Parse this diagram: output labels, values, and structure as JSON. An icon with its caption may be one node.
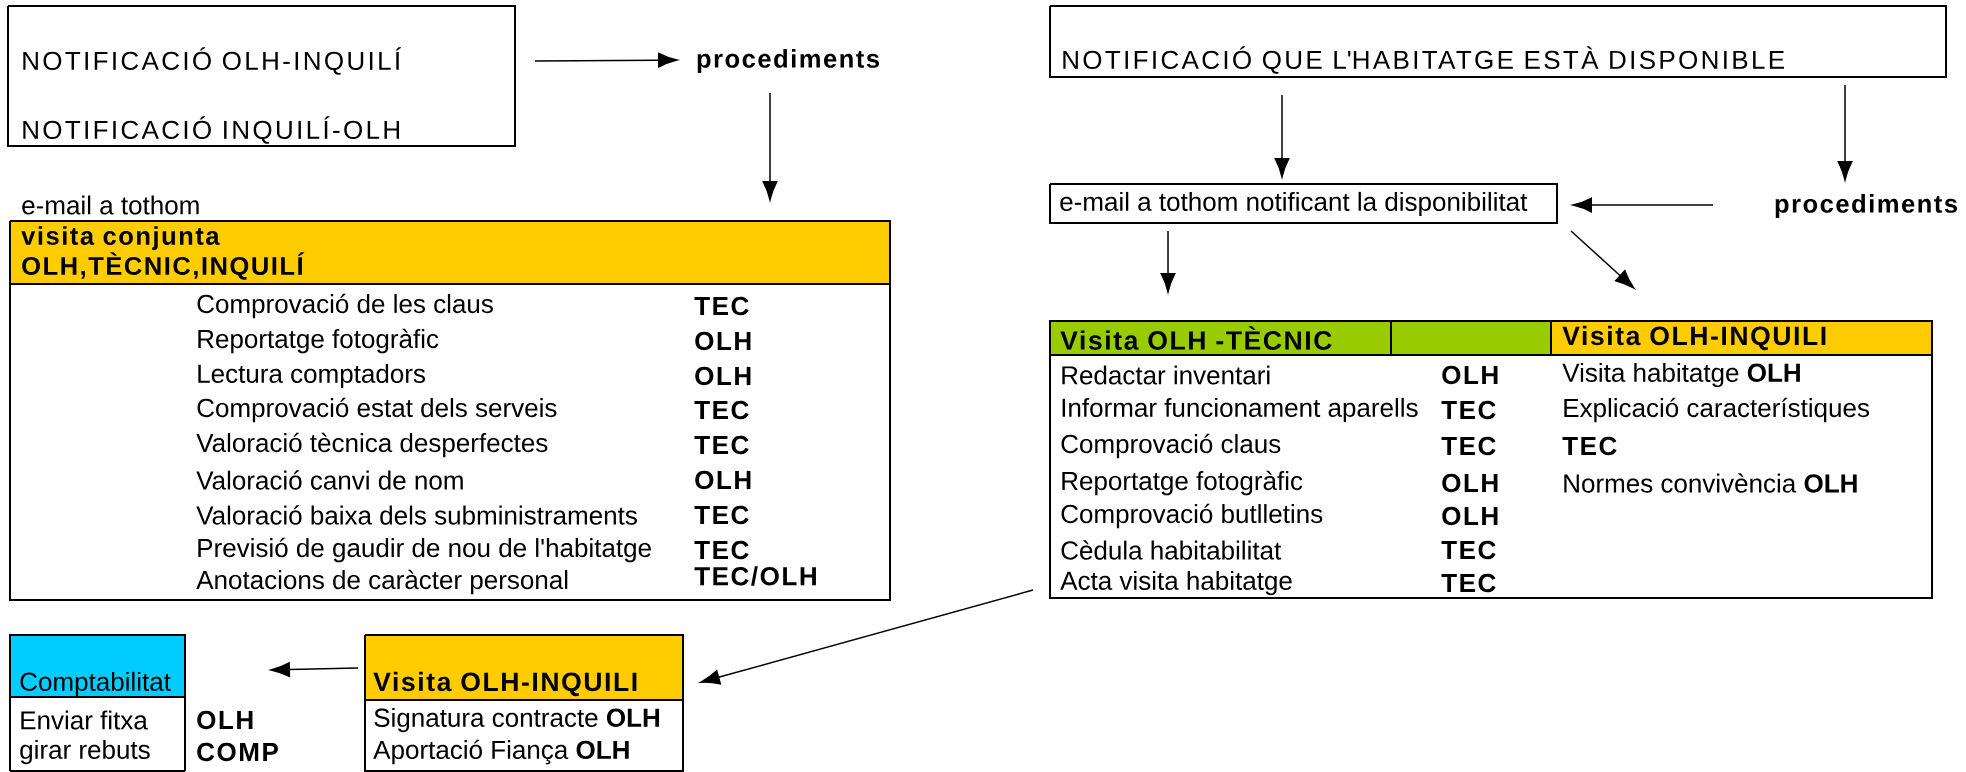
{
  "diagram": {
    "nodes": [
      {
        "text": [
          "NOTIFICACIÓ OLH-INQUILÍ",
          "NOTIFICACIÓ INQUILÍ-OLH"
        ]
      },
      {
        "text": [
          "procediments"
        ]
      },
      {
        "text": [
          "visita conjunta OLH,TÈCNIC,INQUILÍ",
          "Comprovació de les claus",
          "TEC",
          "Reportatge fotogràfic",
          "OLH",
          "Lectura comptadors",
          "OLH",
          "Comprovació estat dels serveis",
          "TEC",
          "Valoració tècnica desperfectes",
          "TEC",
          "Valoració canvi de nom",
          "OLH",
          "Valoració baixa dels subministraments",
          "TEC",
          "Previsió de gaudir de nou de l'habitatge",
          "TEC",
          "Anotacions de  caràcter personal",
          "TEC/OLH"
        ]
      },
      {
        "text": [
          "NOTIFICACIÓ  QUE L'HABITATGE ESTÀ DISPONIBLE"
        ]
      },
      {
        "text": [
          "e-mail a tothom notificant la disponibilitat"
        ]
      },
      {
        "text": [
          "procediments"
        ]
      },
      {
        "text": [
          "Visita OLH -TÈCNIC",
          "Redactar inventari",
          "OLH",
          "Informar funcionament aparells",
          "TEC",
          "Comprovació claus",
          "TEC",
          "Reportatge fotogràfic",
          "OLH",
          "Comprovació butlletins",
          "OLH",
          "Cèdula habitabilitat",
          "TEC",
          "Acta visita habitatge",
          "TEC"
        ]
      },
      {
        "text": [
          "Visita OLH-INQUILI",
          "Visita habitatge  **OLH**",
          "Explicació característiques",
          "TEC",
          "Normes convivència **OLH**"
        ]
      },
      {
        "text": [
          "Comptabilitat",
          "Enviar fitxa",
          "OLH",
          "girar rebuts",
          "COMP"
        ]
      },
      {
        "text": [
          "Visita OLH-INQUILI",
          "Signatura contracte **OLH**",
          "Aportació Fiança **OLH**"
        ]
      }
    ],
    "edges": [
      {
        "from": 0,
        "to": 1,
        "arrow": "to"
      },
      {
        "from": 1,
        "to": 2,
        "arrow": "to"
      },
      {
        "from": 3,
        "to": 4,
        "arrow": "to"
      },
      {
        "from": 3,
        "to": 5,
        "arrow": "to"
      },
      {
        "from": 5,
        "to": 4,
        "arrow": "to"
      },
      {
        "from": 4,
        "to": 6,
        "arrow": "to"
      },
      {
        "from": 4,
        "to": 7,
        "arrow": "to"
      },
      {
        "from": 6,
        "to": 9,
        "arrow": "to"
      },
      {
        "from": 9,
        "to": 8,
        "arrow": "to"
      }
    ],
    "labels": [
      "e-mail a tothom"
    ]
  }
}
